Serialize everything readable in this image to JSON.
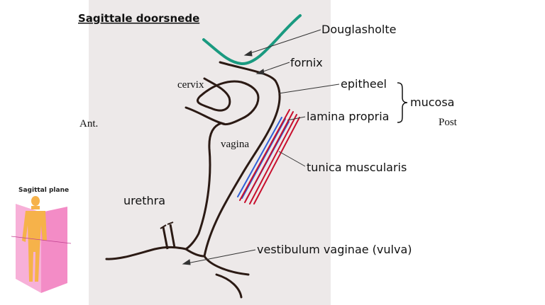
{
  "title": "Sagittale doorsnede",
  "orientation": {
    "anterior": "Ant.",
    "posterior": "Post"
  },
  "structure_labels": {
    "cervix": "cervix",
    "vagina": "vagina"
  },
  "callouts": {
    "douglasholte": "Douglasholte",
    "fornix": "fornix",
    "epitheel": "epitheel",
    "lamina_propria": "lamina propria",
    "mucosa": "mucosa",
    "tunica_muscularis": "tunica muscularis",
    "urethra": "urethra",
    "vestibulum": "vestibulum vaginae (vulva)"
  },
  "inset": {
    "label": "Sagittal plane"
  },
  "colors": {
    "panel": "#ede9e9",
    "outline": "#2b1a14",
    "douglas": "#1a9a80",
    "epithelium": "#2f5fd6",
    "muscle": "#c8102e",
    "plane": "#f06fb8",
    "figure": "#f6b24a"
  }
}
